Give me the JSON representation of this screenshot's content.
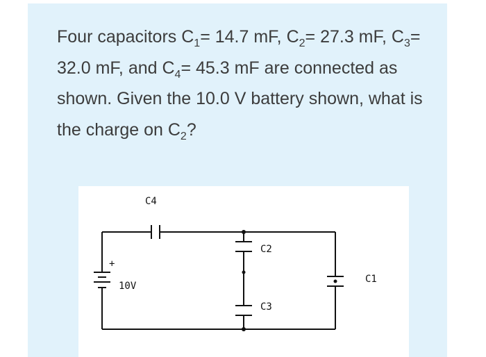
{
  "question": {
    "seg1": "Four capacitors C",
    "sub1": "1",
    "seg2": "= 14.7 mF, C",
    "sub2": "2",
    "seg3": "= 27.3 mF, C",
    "sub3": "3",
    "seg4": "= 32.0 mF, and C",
    "sub4": "4",
    "seg5": "= 45.3 mF are connected as shown.  Given the 10.0 V battery shown, what is the charge on C",
    "sub5": "2",
    "seg6": "?"
  },
  "circuit": {
    "labels": {
      "c4": "C4",
      "c2": "C2",
      "c3": "C3",
      "c1": "C1",
      "battery": "10V",
      "plus": "+"
    }
  },
  "colors": {
    "card_background": "#e1f2fb",
    "text": "#3c3c3c",
    "wire": "#111111"
  }
}
